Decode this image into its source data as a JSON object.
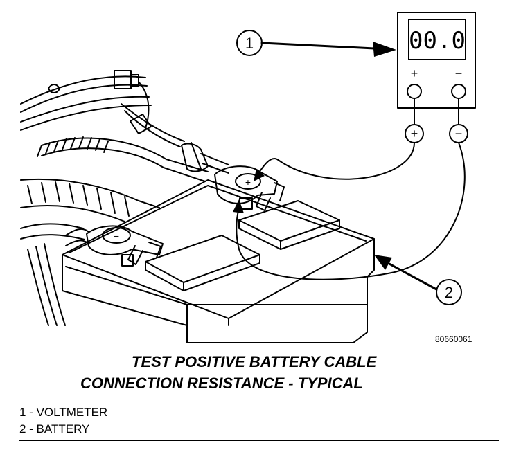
{
  "figure_code": "80660061",
  "title_line1": "TEST POSITIVE BATTERY CABLE",
  "title_line2": "CONNECTION RESISTANCE - TYPICAL",
  "legend": [
    "1 - VOLTMETER",
    "2 - BATTERY"
  ],
  "callouts": [
    "1",
    "2"
  ],
  "meter": {
    "display": "00.0",
    "positive_mark": "+",
    "negative_mark": "−"
  },
  "terminal_marks": {
    "positive": "+",
    "negative": "−"
  },
  "colors": {
    "line": "#000000",
    "background": "#ffffff"
  }
}
